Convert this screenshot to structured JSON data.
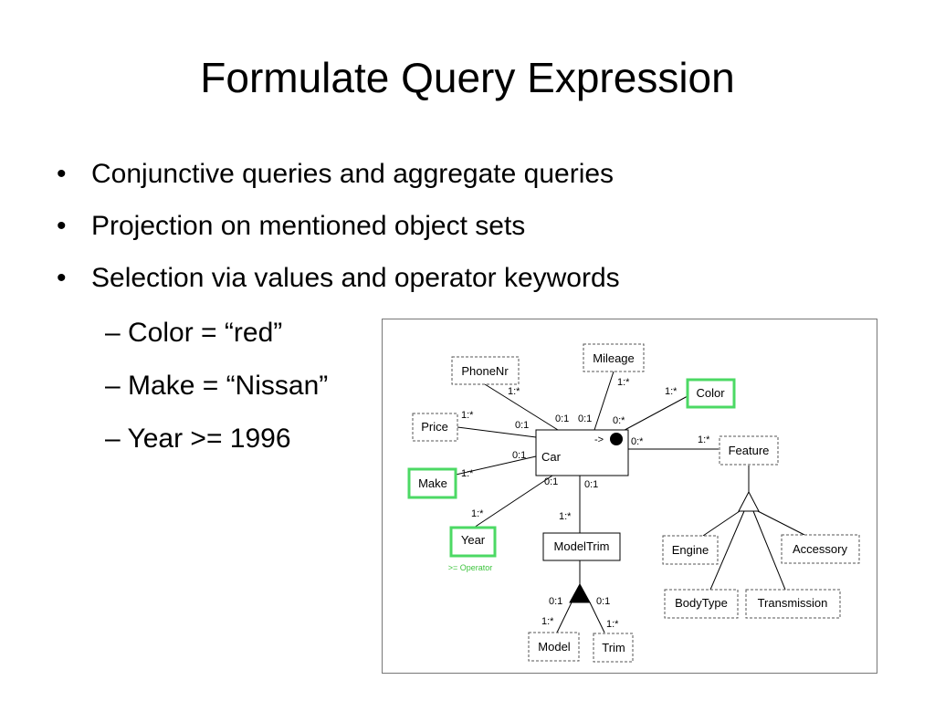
{
  "title": "Formulate Query Expression",
  "bullets": [
    "Conjunctive queries and aggregate queries",
    "Projection on mentioned object sets",
    "Selection via values and operator keywords"
  ],
  "bullet_glyph": "•",
  "sub_bullets": [
    "– Color = “red”",
    "– Make = “Nissan”",
    "– Year >= 1996"
  ],
  "diagram": {
    "nodes": {
      "phonenr": "PhoneNr",
      "mileage": "Mileage",
      "color": "Color",
      "price": "Price",
      "car": "Car",
      "feature": "Feature",
      "make": "Make",
      "year": "Year",
      "modeltrim": "ModelTrim",
      "engine": "Engine",
      "accessory": "Accessory",
      "bodytype": "BodyType",
      "transmission": "Transmission",
      "model": "Model",
      "trim": "Trim"
    },
    "car_arrow": "->",
    "annotation": ">= Operator",
    "cardinalities": {
      "phonenr_end": "1:*",
      "mileage_end": "1:*",
      "color_end": "1:*",
      "price_end": "1:*",
      "car_phonenr": "0:1",
      "car_mileage": "0:1",
      "car_color": "0:*",
      "car_price": "0:1",
      "car_feature": "0:*",
      "feature_end": "1:*",
      "car_make": "0:1",
      "make_end": "1:*",
      "car_year": "0:1",
      "year_end": "1:*",
      "car_modeltrim": "0:1",
      "modeltrim_end": "1:*",
      "model_left": "0:1",
      "trim_right": "0:1",
      "model_end": "1:*",
      "trim_end": "1:*"
    },
    "colors": {
      "highlight": "#4cd964",
      "annotation": "#3ec43e"
    }
  }
}
